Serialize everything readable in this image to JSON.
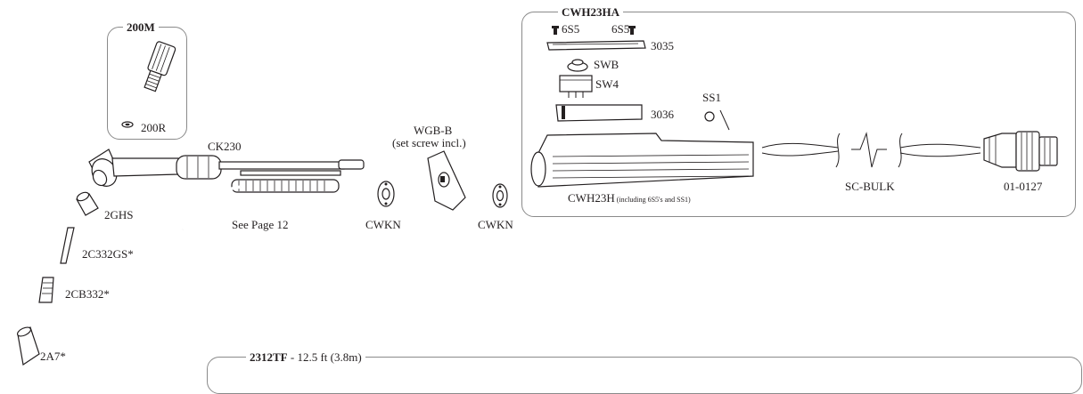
{
  "groups": {
    "kit_200m": {
      "title": "200M"
    },
    "kit_cwh23ha": {
      "title": "CWH23HA"
    },
    "kit_2312tf": {
      "title": "2312TF",
      "suffix": " - 12.5 ft (3.8m)"
    }
  },
  "parts": {
    "p200r": "200R",
    "ck230": "CK230",
    "see_page": "See Page 12",
    "wgb_b": "WGB-B",
    "wgb_b_note": "(set screw incl.)",
    "cwkn_left": "CWKN",
    "cwkn_right": "CWKN",
    "p2ghs": "2GHS",
    "p2c332gs": "2C332GS*",
    "p2cb332": "2CB332*",
    "p2a7": "2A7*",
    "p6s5_left": "6S5",
    "p6s5_right": "6S5",
    "p3035": "3035",
    "swb": "SWB",
    "sw4": "SW4",
    "ss1": "SS1",
    "p3036": "3036",
    "cwh23h": "CWH23H",
    "cwh23h_note": " (including 6S5's and SS1)",
    "sc_bulk": "SC-BULK",
    "p01_0127": "01-0127"
  }
}
